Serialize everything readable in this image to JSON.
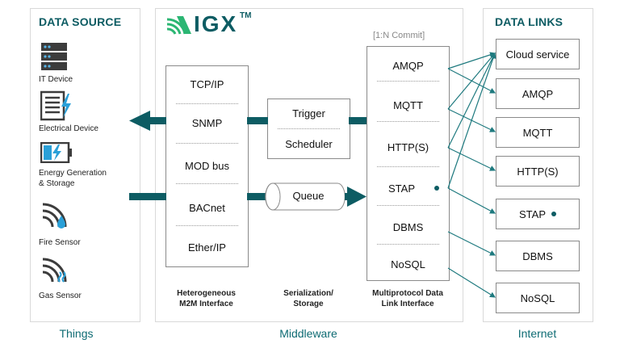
{
  "data_source": {
    "title": "DATA SOURCE",
    "devices": [
      {
        "label": "IT Device",
        "icon": "server-icon"
      },
      {
        "label": "Electrical Device",
        "icon": "electrical-panel-icon"
      },
      {
        "label": "Energy Generation\n& Storage",
        "icon": "battery-icon"
      },
      {
        "label": "Fire Sensor",
        "icon": "fire-sensor-icon"
      },
      {
        "label": "Gas Sensor",
        "icon": "gas-sensor-icon"
      }
    ],
    "caption": "Things"
  },
  "middleware": {
    "logo": "IGX",
    "trademark": "TM",
    "commit_label": "[1:N Commit]",
    "m2m_protocols": [
      "TCP/IP",
      "SNMP",
      "MOD bus",
      "BACnet",
      "Ether/IP"
    ],
    "m2m_label": "Heterogeneous\nM2M Interface",
    "trigger": "Trigger",
    "scheduler": "Scheduler",
    "queue": "Queue",
    "serialization_label": "Serialization/\nStorage",
    "link_protocols": [
      "AMQP",
      "MQTT",
      "HTTP(S)",
      "STAP",
      "DBMS",
      "NoSQL"
    ],
    "link_label": "Multiprotocol Data\nLink Interface",
    "caption": "Middleware"
  },
  "data_links": {
    "title": "DATA LINKS",
    "targets": [
      "Cloud service",
      "AMQP",
      "MQTT",
      "HTTP(S)",
      "STAP",
      "DBMS",
      "NoSQL"
    ],
    "caption": "Internet"
  },
  "colors": {
    "accent": "#0d5c63",
    "logo_green": "#2bb673",
    "border": "#d9d9d9"
  }
}
